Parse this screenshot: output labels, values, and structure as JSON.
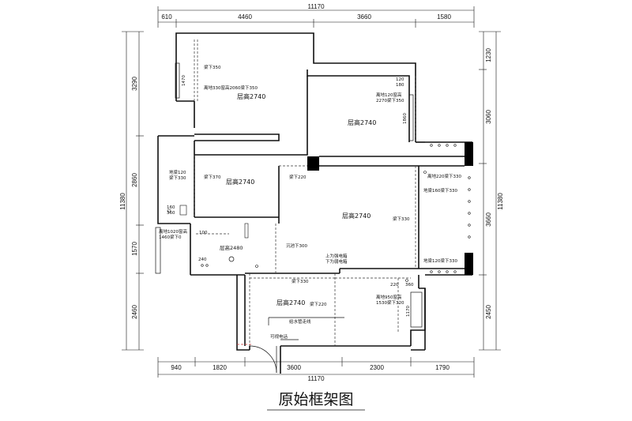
{
  "title": "原始框架图",
  "dims": {
    "top_total": "11170",
    "top": [
      "610",
      "4460",
      "3660",
      "1580"
    ],
    "bottom_total": "11170",
    "bottom": [
      "940",
      "1820",
      "3600",
      "2300",
      "1790"
    ],
    "left_total": "11380",
    "left": [
      "3290",
      "2860",
      "1570",
      "2460"
    ],
    "right_total": "11380",
    "right": [
      "1230",
      "3060",
      "3660",
      "2450"
    ]
  },
  "ceilings": {
    "upper_left": "层高2740",
    "upper_right": "层高2740",
    "mid_left": "层高2740",
    "center": "层高2740",
    "kitchen": "层高2480",
    "bottom": "层高2740"
  },
  "notes": {
    "beam350_a": "梁下350",
    "win_upper_left": "离地330窗高2060梁下350",
    "win_upper_right_1": "离地120窗高",
    "win_upper_right_2": "2270梁下350",
    "beam_left_1": "地梁120",
    "beam_left_2": "梁下330",
    "beam370": "梁下370",
    "beam220_center": "梁下220",
    "beam330_center": "梁下330",
    "win_left_1": "离地1020窗高",
    "win_left_2": "1460梁下0",
    "sunken300": "沉池下300",
    "elec_1": "上为强电箱",
    "elec_2": "下为弱电箱",
    "beam330_bottom": "梁下330",
    "beam220_bottom": "梁下220",
    "water_pipe": "给水管走线",
    "intercom": "可视电话",
    "win_bottom_right_1": "离地950窗高",
    "win_bottom_right_2": "1530梁下320",
    "balcony_top": "离地220梁下330",
    "balcony_mid": "地梁160梁下330",
    "balcony_bot": "地梁120梁下330"
  },
  "small_dims": {
    "d1470": "1470",
    "d120": "120",
    "d180": "180",
    "d1860": "1860",
    "d160": "160",
    "d360": "360",
    "d240": "240",
    "d220": "220",
    "d360b": "360",
    "d1170": "1170",
    "d100": "100"
  }
}
